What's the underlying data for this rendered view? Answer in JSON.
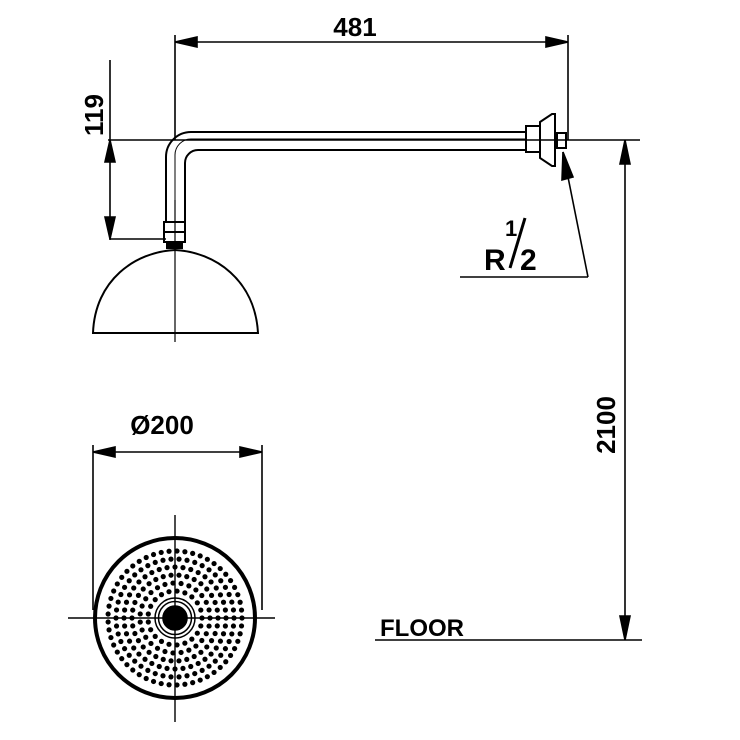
{
  "dimensions": {
    "arm_length": "481",
    "drop_height": "119",
    "head_diameter": "Ø200",
    "mount_height": "2100"
  },
  "thread": {
    "letter": "R",
    "numerator": "1",
    "denominator": "2"
  },
  "floor_label": "FLOOR",
  "colors": {
    "line": "#000000",
    "background": "#ffffff"
  }
}
